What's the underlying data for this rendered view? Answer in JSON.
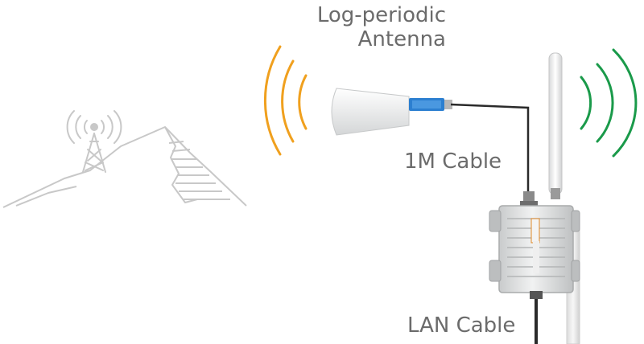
{
  "labels": {
    "antenna_line1": "Log-periodic",
    "antenna_line2": "Antenna",
    "cable_1m": "1M Cable",
    "cable_lan": "LAN Cable"
  },
  "colors": {
    "incoming_waves": "#f0a01e",
    "outgoing_waves": "#1a9a4a",
    "mountain": "#c8c8c8",
    "text": "#6b6b6b",
    "connector": "#2c7fd0"
  },
  "icons": [
    "cell-tower-icon",
    "mountain-icon",
    "log-periodic-antenna",
    "omni-antenna",
    "outdoor-enclosure",
    "mounting-pole"
  ]
}
